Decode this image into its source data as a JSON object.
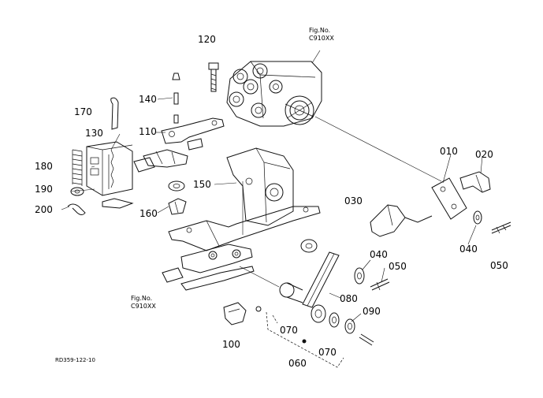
{
  "diagram": {
    "labels": {
      "p010": "010",
      "p020": "020",
      "p030": "030",
      "p040a": "040",
      "p040b": "040",
      "p050a": "050",
      "p050b": "050",
      "p060": "060",
      "p070a": "070",
      "p070b": "070",
      "p080": "080",
      "p090": "090",
      "p100": "100",
      "p110": "110",
      "p120": "120",
      "p130": "130",
      "p140": "140",
      "p150": "150",
      "p160": "160",
      "p170": "170",
      "p180": "180",
      "p190": "190",
      "p200": "200"
    },
    "fig_ref_top": {
      "line1": "Fig.No.",
      "line2": "C910XX"
    },
    "fig_ref_bottom": {
      "line1": "Fig.No.",
      "line2": "C910XX"
    },
    "drawing_number": "RD359-122-10"
  }
}
